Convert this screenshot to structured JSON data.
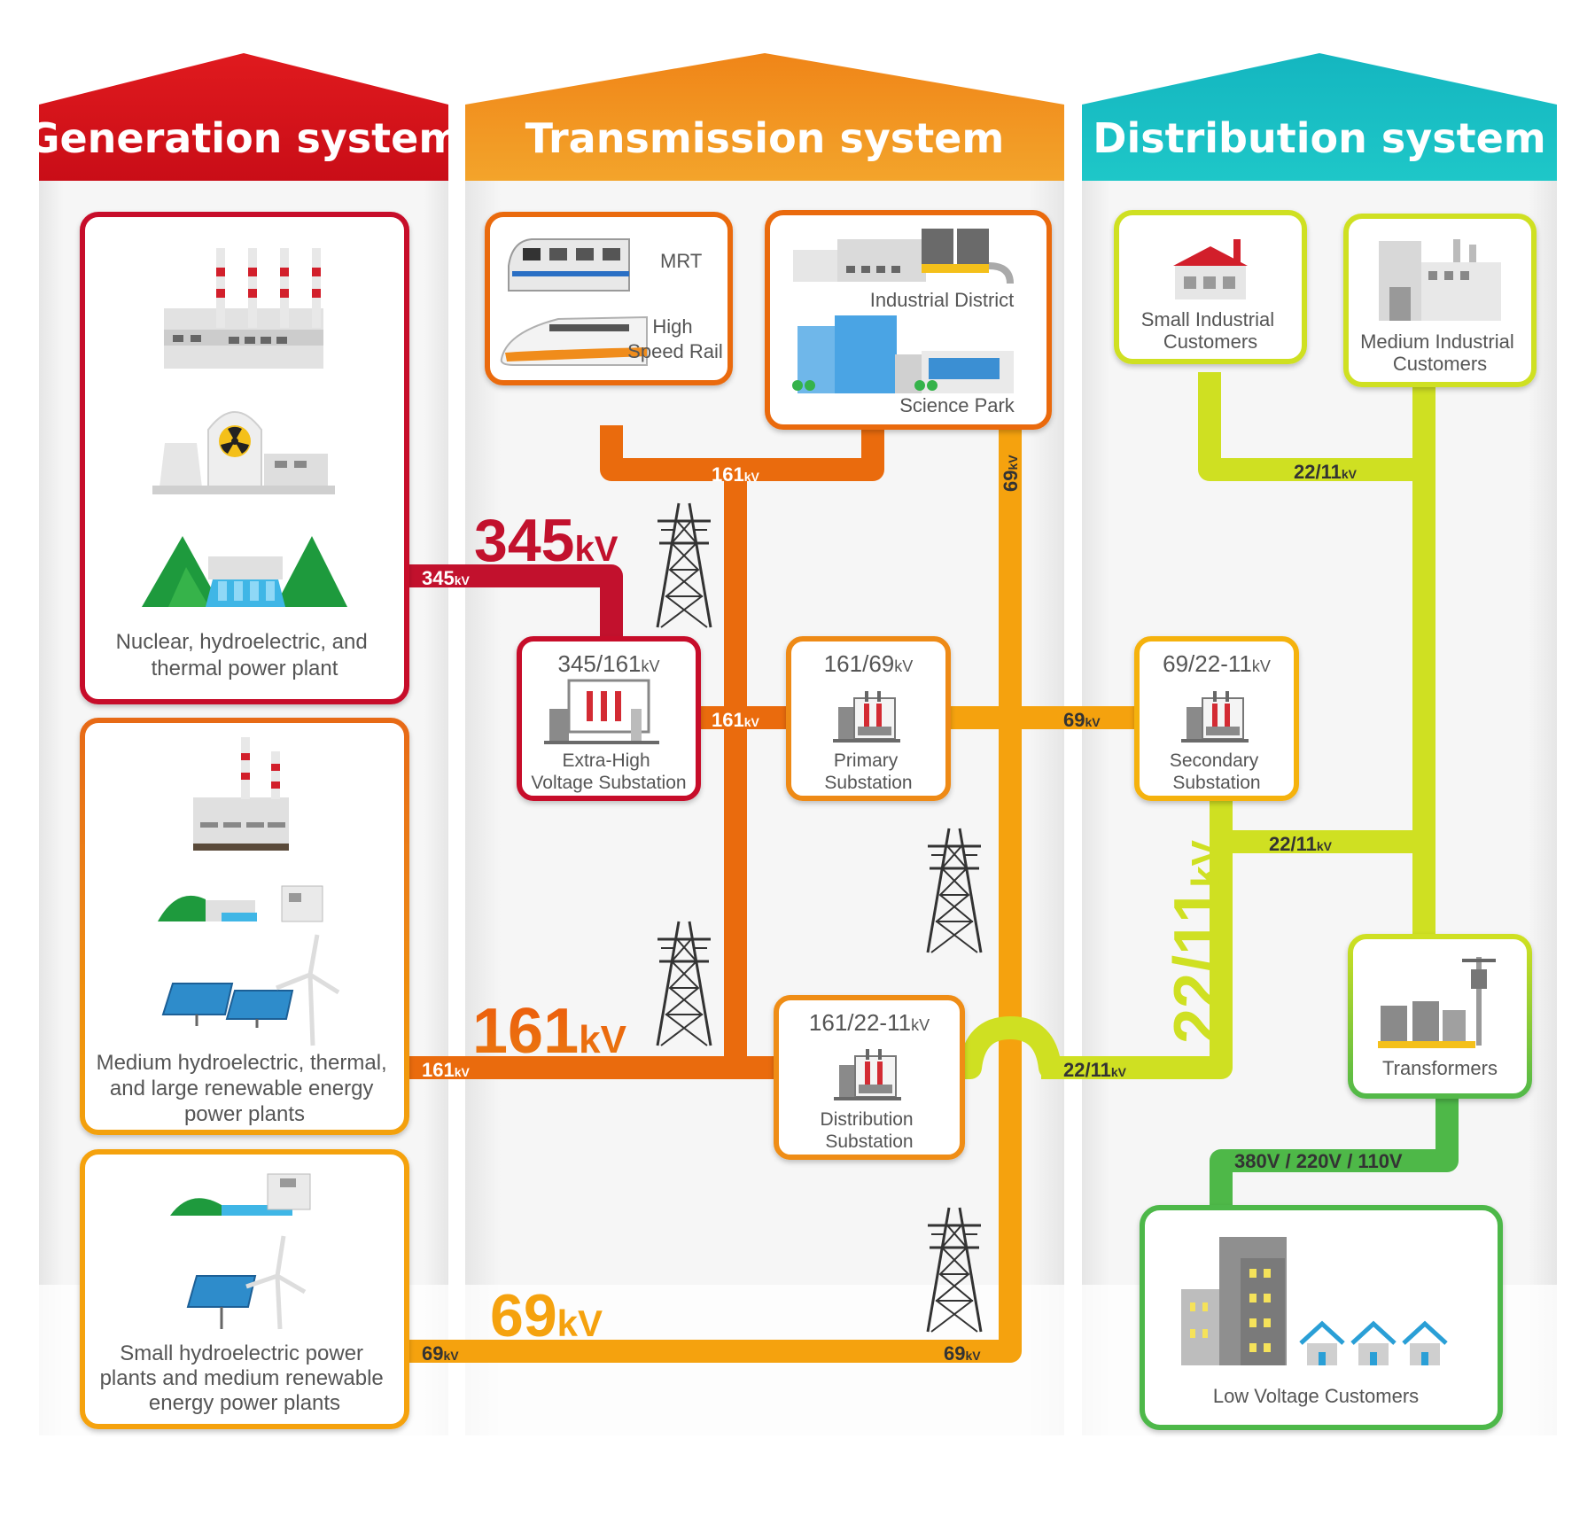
{
  "headers": {
    "generation": "Generation system",
    "transmission": "Transmission system",
    "distribution": "Distribution system"
  },
  "colors": {
    "gen_red": "#d3121c",
    "trans_orange": "#f08c1b",
    "line_red": "#c2112d",
    "line_dark_orange": "#ea6b0d",
    "line_orange": "#f5a20e",
    "line_yellow_green": "#cfe022",
    "line_green": "#4eb848",
    "dist_teal": "#17bfc4"
  },
  "generation": {
    "plant1": "Nuclear, hydroelectric, and thermal power plant",
    "plant1_lines": [
      "Nuclear, hydroelectric, and",
      "thermal power plant"
    ],
    "plant2_lines": [
      "Medium hydroelectric, thermal,",
      "and large renewable energy",
      "power plants"
    ],
    "plant3_lines": [
      "Small hydroelectric power",
      "plants and medium renewable",
      "energy power plants"
    ]
  },
  "transmission": {
    "rail_labels": [
      "MRT",
      "High",
      "Speed Rail"
    ],
    "industrial_district": "Industrial District",
    "science_park": "Science Park",
    "extra_high": {
      "rating_num": "345/161",
      "unit": "kV",
      "lines": [
        "Extra-High",
        "Voltage Substation"
      ]
    },
    "primary": {
      "rating_num": "161/69",
      "unit": "kV",
      "lines": [
        "Primary",
        "Substation"
      ]
    },
    "distribution_sub": {
      "rating_num": "161/22-11",
      "unit": "kV",
      "lines": [
        "Distribution",
        "Substation"
      ]
    }
  },
  "distribution": {
    "small_industrial_lines": [
      "Small Industrial",
      "Customers"
    ],
    "medium_industrial_lines": [
      "Medium Industrial",
      "Customers"
    ],
    "secondary": {
      "rating_num": "69/22-11",
      "unit": "kV",
      "lines": [
        "Secondary",
        "Substation"
      ]
    },
    "transformers": "Transformers",
    "low_voltage": "Low Voltage Customers"
  },
  "voltages": {
    "big_345": "345",
    "big_161": "161",
    "big_69": "69",
    "big_22_11": "22/11",
    "unit": "kV",
    "l345": "345",
    "l161": "161",
    "l69": "69",
    "l22_11": "22/11",
    "low_voltage_line": "380V / 220V / 110V"
  }
}
